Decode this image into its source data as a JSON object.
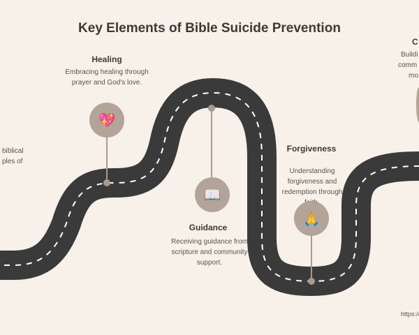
{
  "title": "Key Elements of Bible Suicide Prevention",
  "milestones": [
    {
      "name": "Healing",
      "text": "Embracing healing through prayer and God's love.",
      "icon": "sparkling-heart-icon",
      "glyph": "💖"
    },
    {
      "name": "Guidance",
      "text": "Receiving guidance from scripture and community support.",
      "icon": "open-book-icon",
      "glyph": "📖"
    },
    {
      "name": "Forgiveness",
      "text": "Understanding forgiveness and redemption through faith.",
      "icon": "praying-hands-icon",
      "glyph": "🙏"
    }
  ],
  "left_partial": {
    "line1": "biblical",
    "line2": "ples of"
  },
  "right_partial": {
    "title": "C",
    "line1": "Buildi",
    "line2": "comm",
    "line3": "mo"
  },
  "footer_partial": "https://"
}
